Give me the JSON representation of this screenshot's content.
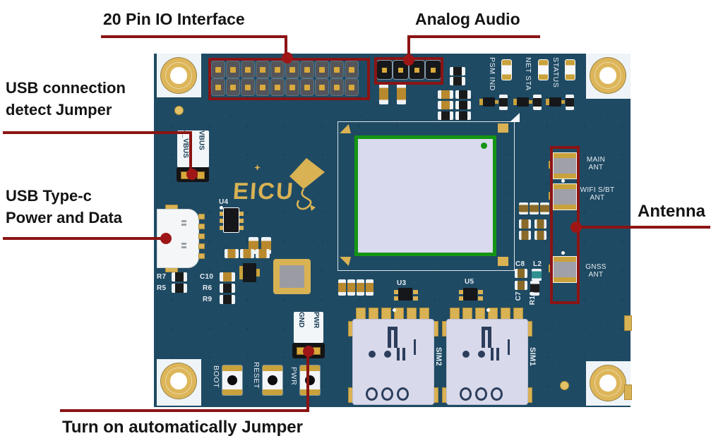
{
  "annotations": {
    "io": "20 Pin IO Interface",
    "audio": "Analog Audio",
    "usb_detect_1": "USB connection",
    "usb_detect_2": "detect Jumper",
    "usb_typec_1": "USB Type-c",
    "usb_typec_2": "Power and Data",
    "antenna": "Antenna",
    "turn_on": "Turn on automatically Jumper"
  },
  "silkscreen": {
    "brand": "EICU",
    "led_psm": "PSM IND",
    "led_net": "NET STA",
    "led_status": "STATUS",
    "ant_main_1": "MAIN",
    "ant_main_2": "ANT",
    "ant_wifi_1": "WIFI S/BT",
    "ant_wifi_2": "ANT",
    "ant_gnss_1": "GNSS",
    "ant_gnss_2": "ANT",
    "jumper_j_vbus": "J_VBUS",
    "jumper_vbus": "VBUS",
    "jumper_gnd": "GND",
    "jumper_pwr": "PWR",
    "btn_boot": "BOOT",
    "btn_reset": "RESET",
    "btn_pwr": "PWR",
    "sim1": "SIM1",
    "sim2": "SIM2",
    "u3": "U3",
    "u4": "U4",
    "u5": "U5",
    "r5": "R5",
    "r6": "R6",
    "r7": "R7",
    "r9": "R9",
    "r10": "R10",
    "c7": "C7",
    "c8": "C8",
    "c10": "C10",
    "l2": "L2"
  },
  "colors": {
    "board": "#1F4A63",
    "callout": "#8B1414",
    "gold": "#D9B254",
    "module_green": "#149414",
    "module_body": "#D9DAEE",
    "silk_text": "#E6EDF2"
  }
}
